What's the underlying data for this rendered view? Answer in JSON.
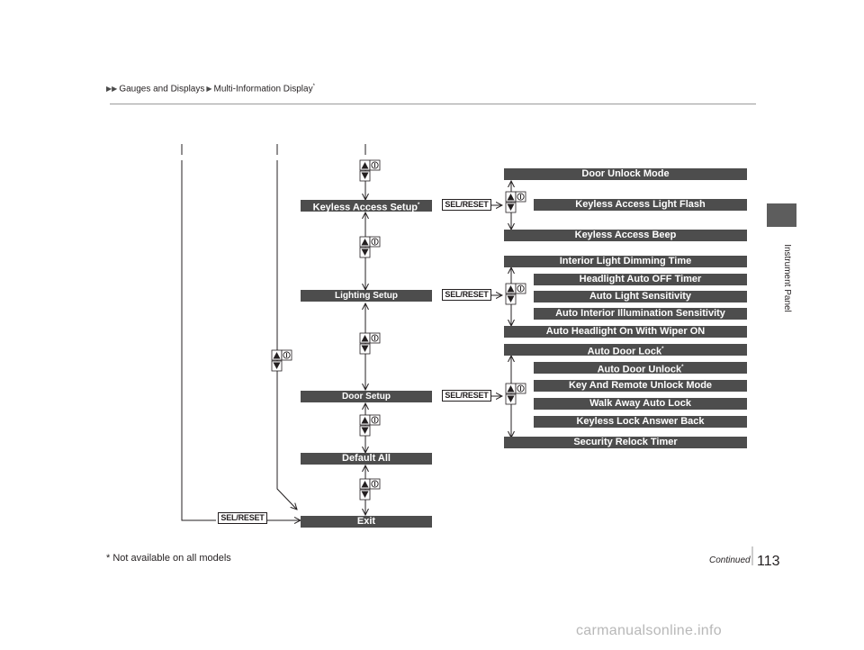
{
  "header": {
    "breadcrumb_1": "Gauges and Displays",
    "breadcrumb_2": "Multi-Information Display",
    "breadcrumb_marker": "*"
  },
  "side_tab": {
    "label": "Instrument Panel"
  },
  "menu": {
    "keyless_access_setup": "Keyless Access Setup",
    "lighting_setup": "Lighting Setup",
    "door_setup": "Door Setup",
    "default_all": "Default All",
    "exit": "Exit",
    "sel_reset": "SEL/RESET"
  },
  "keyless_items": {
    "door_unlock_mode": "Door Unlock Mode",
    "keyless_access_light_flash": "Keyless Access Light Flash",
    "keyless_access_beep": "Keyless Access Beep"
  },
  "lighting_items": {
    "interior_light_dimming_time": "Interior Light Dimming Time",
    "headlight_auto_off_timer": "Headlight Auto OFF Timer",
    "auto_light_sensitivity": "Auto Light Sensitivity",
    "auto_interior_illumination_sensitivity": "Auto Interior Illumination Sensitivity",
    "auto_headlight_on_with_wiper_on": "Auto Headlight On With Wiper ON"
  },
  "door_items": {
    "auto_door_lock": "Auto Door Lock",
    "auto_door_unlock": "Auto Door Unlock",
    "key_and_remote_unlock_mode": "Key And Remote Unlock Mode",
    "walk_away_auto_lock": "Walk Away Auto Lock",
    "keyless_lock_answer_back": "Keyless Lock Answer Back",
    "security_relock_timer": "Security Relock Timer"
  },
  "footer": {
    "page_number": "113",
    "continued": "Continued",
    "footnote": "* Not available on all models"
  },
  "watermark": "carmanualsonline.info"
}
